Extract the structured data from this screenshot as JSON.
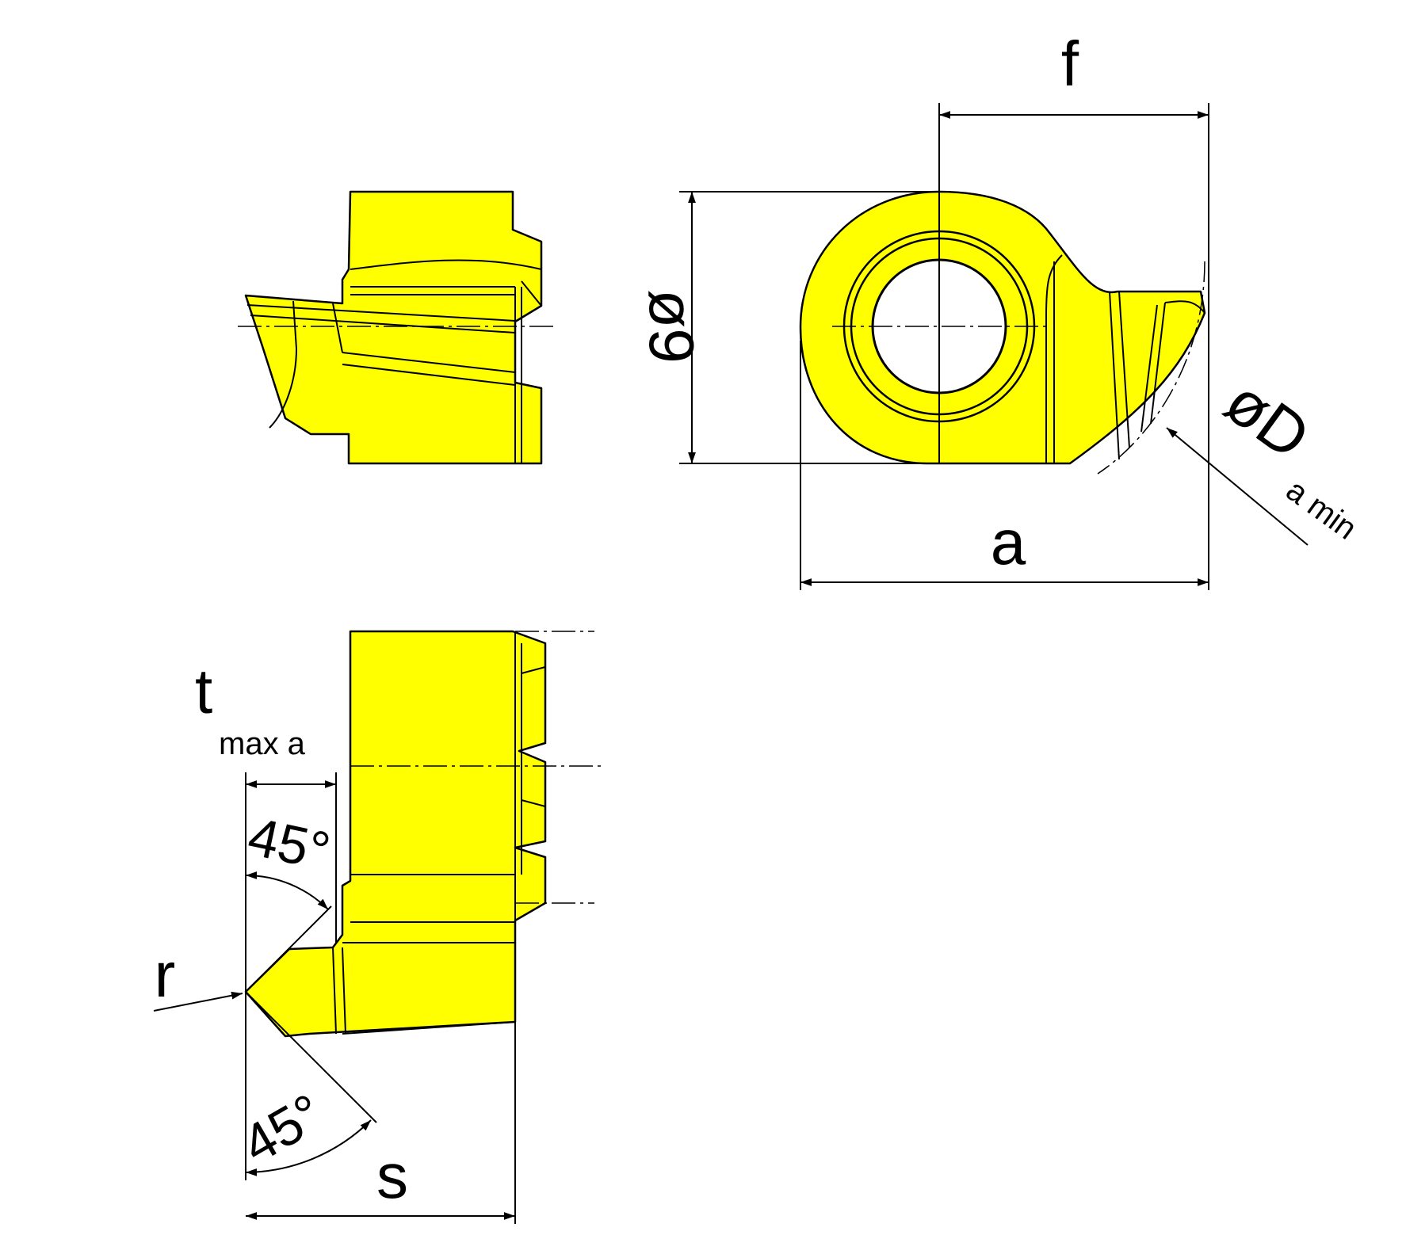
{
  "colors": {
    "insert_fill": "#FFFF00",
    "outline": "#000000",
    "background": "#FFFFFF"
  },
  "labels": {
    "f": "f",
    "diameter9": "ø9",
    "a": "a",
    "diameter_D": "øD",
    "diameter_D_sub": "a min",
    "t": "t",
    "t_sub": "max a",
    "angle_top": "45°",
    "angle_bottom": "45°",
    "r": "r",
    "s": "s"
  }
}
